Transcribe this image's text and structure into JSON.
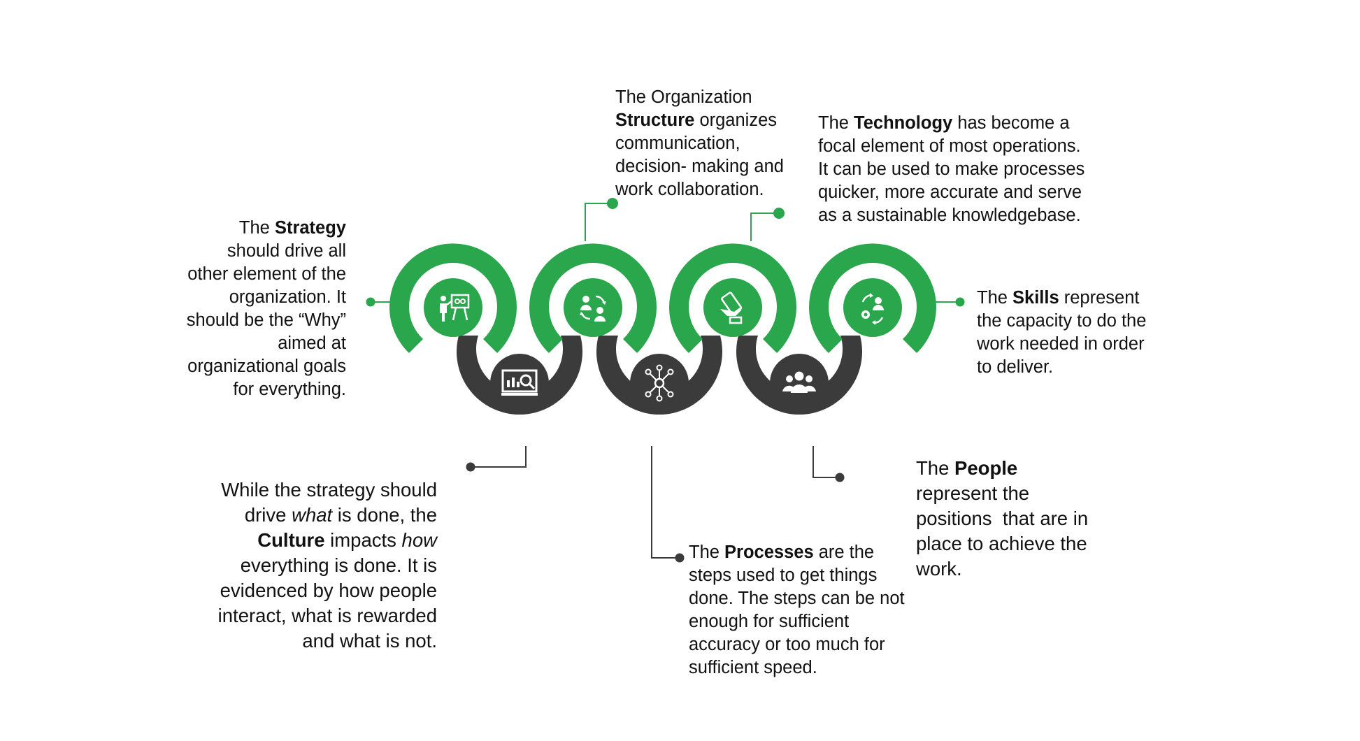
{
  "colors": {
    "green": "#2aa64d",
    "dark": "#3b3b3b",
    "line_green": "#2aa64d",
    "line_dark": "#3b3b3b",
    "icon": "#ffffff",
    "text": "#111111"
  },
  "elements": {
    "strategy": {
      "icon": "presentation-board-icon",
      "lines": [
        [
          {
            "t": "The "
          },
          {
            "t": "Strategy",
            "b": true
          }
        ],
        [
          {
            "t": "should drive all"
          }
        ],
        [
          {
            "t": "other element of the"
          }
        ],
        [
          {
            "t": "organization. It"
          }
        ],
        [
          {
            "t": "should be the “Why”"
          }
        ],
        [
          {
            "t": "aimed at"
          }
        ],
        [
          {
            "t": "organizational goals"
          }
        ],
        [
          {
            "t": "for everything."
          }
        ]
      ]
    },
    "structure": {
      "icon": "org-people-exchange-icon",
      "lines": [
        [
          {
            "t": "The Organization"
          }
        ],
        [
          {
            "t": "Structure",
            "b": true
          },
          {
            "t": " organizes"
          }
        ],
        [
          {
            "t": "communication,"
          }
        ],
        [
          {
            "t": "decision- making and"
          }
        ],
        [
          {
            "t": "work collaboration."
          }
        ]
      ]
    },
    "technology": {
      "icon": "hand-mobile-device-icon",
      "lines": [
        [
          {
            "t": "The "
          },
          {
            "t": "Technology",
            "b": true
          },
          {
            "t": " has become a"
          }
        ],
        [
          {
            "t": "focal element of most operations."
          }
        ],
        [
          {
            "t": "It can be used to make processes"
          }
        ],
        [
          {
            "t": "quicker, more accurate and serve"
          }
        ],
        [
          {
            "t": "as a sustainable knowledgebase."
          }
        ]
      ]
    },
    "skills": {
      "icon": "person-gear-cycle-icon",
      "lines": [
        [
          {
            "t": "The "
          },
          {
            "t": "Skills",
            "b": true
          },
          {
            "t": " represent"
          }
        ],
        [
          {
            "t": "the capacity to do the"
          }
        ],
        [
          {
            "t": "work needed in order"
          }
        ],
        [
          {
            "t": "to deliver."
          }
        ]
      ]
    },
    "culture": {
      "icon": "monitor-analytics-icon",
      "lines": [
        [
          {
            "t": "While the strategy should"
          }
        ],
        [
          {
            "t": "drive "
          },
          {
            "t": "what",
            "i": true
          },
          {
            "t": " is done, the"
          }
        ],
        [
          {
            "t": "Culture",
            "b": true
          },
          {
            "t": " impacts "
          },
          {
            "t": "how",
            "i": true
          }
        ],
        [
          {
            "t": "everything is done. It is"
          }
        ],
        [
          {
            "t": "evidenced by how people"
          }
        ],
        [
          {
            "t": "interact, what is rewarded"
          }
        ],
        [
          {
            "t": "and what is not."
          }
        ]
      ]
    },
    "processes": {
      "icon": "network-nodes-icon",
      "lines": [
        [
          {
            "t": "The "
          },
          {
            "t": "Processes",
            "b": true
          },
          {
            "t": " are the"
          }
        ],
        [
          {
            "t": "steps used to get things"
          }
        ],
        [
          {
            "t": "done. The steps can be not"
          }
        ],
        [
          {
            "t": "enough for sufficient"
          }
        ],
        [
          {
            "t": "accuracy or too much for"
          }
        ],
        [
          {
            "t": "sufficient speed."
          }
        ]
      ]
    },
    "people": {
      "icon": "people-group-icon",
      "lines": [
        [
          {
            "t": "The "
          },
          {
            "t": "People",
            "b": true
          }
        ],
        [
          {
            "t": "represent the"
          }
        ],
        [
          {
            "t": "positions  that are in"
          }
        ],
        [
          {
            "t": "place to achieve the"
          }
        ],
        [
          {
            "t": "work."
          }
        ]
      ]
    }
  }
}
